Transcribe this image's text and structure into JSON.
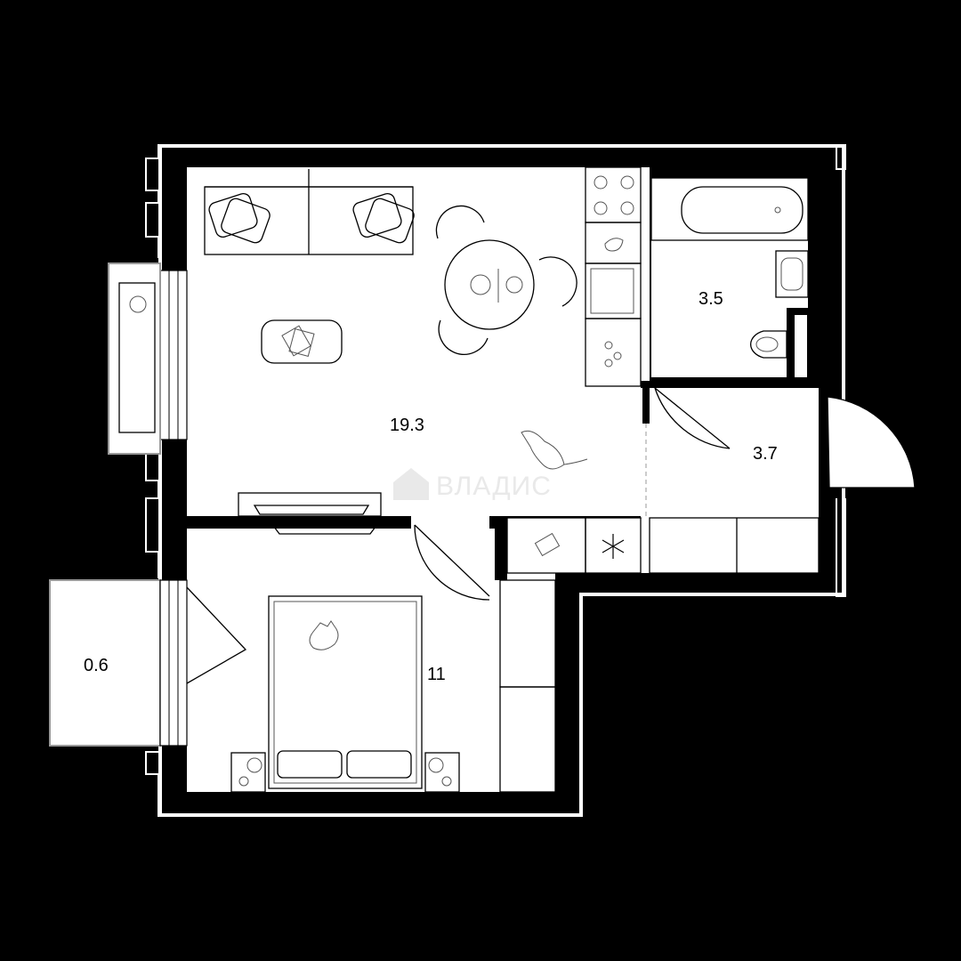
{
  "plan": {
    "background_color": "#000000",
    "floor_color": "#ffffff",
    "wall_color": "#000000",
    "watermark_color": "#e9e9e9",
    "watermark_text": "ВЛАДИС",
    "rooms": [
      {
        "id": "living-kitchen",
        "area_label": "19.3"
      },
      {
        "id": "bathroom",
        "area_label": "3.5"
      },
      {
        "id": "hallway",
        "area_label": "3.7"
      },
      {
        "id": "bedroom",
        "area_label": "11"
      },
      {
        "id": "balcony",
        "area_label": "0.6"
      }
    ],
    "icons": [
      "sofa-icon",
      "coffee-table-icon",
      "dining-table-icon",
      "chair-icon",
      "stove-icon",
      "sink-icon",
      "dishwasher-icon",
      "bathtub-icon",
      "washbasin-icon",
      "toilet-icon",
      "fridge-icon",
      "bed-icon",
      "lamp-icon",
      "tv-icon",
      "air-conditioner-icon",
      "cat-icon",
      "dog-icon",
      "home-logo-icon"
    ]
  }
}
